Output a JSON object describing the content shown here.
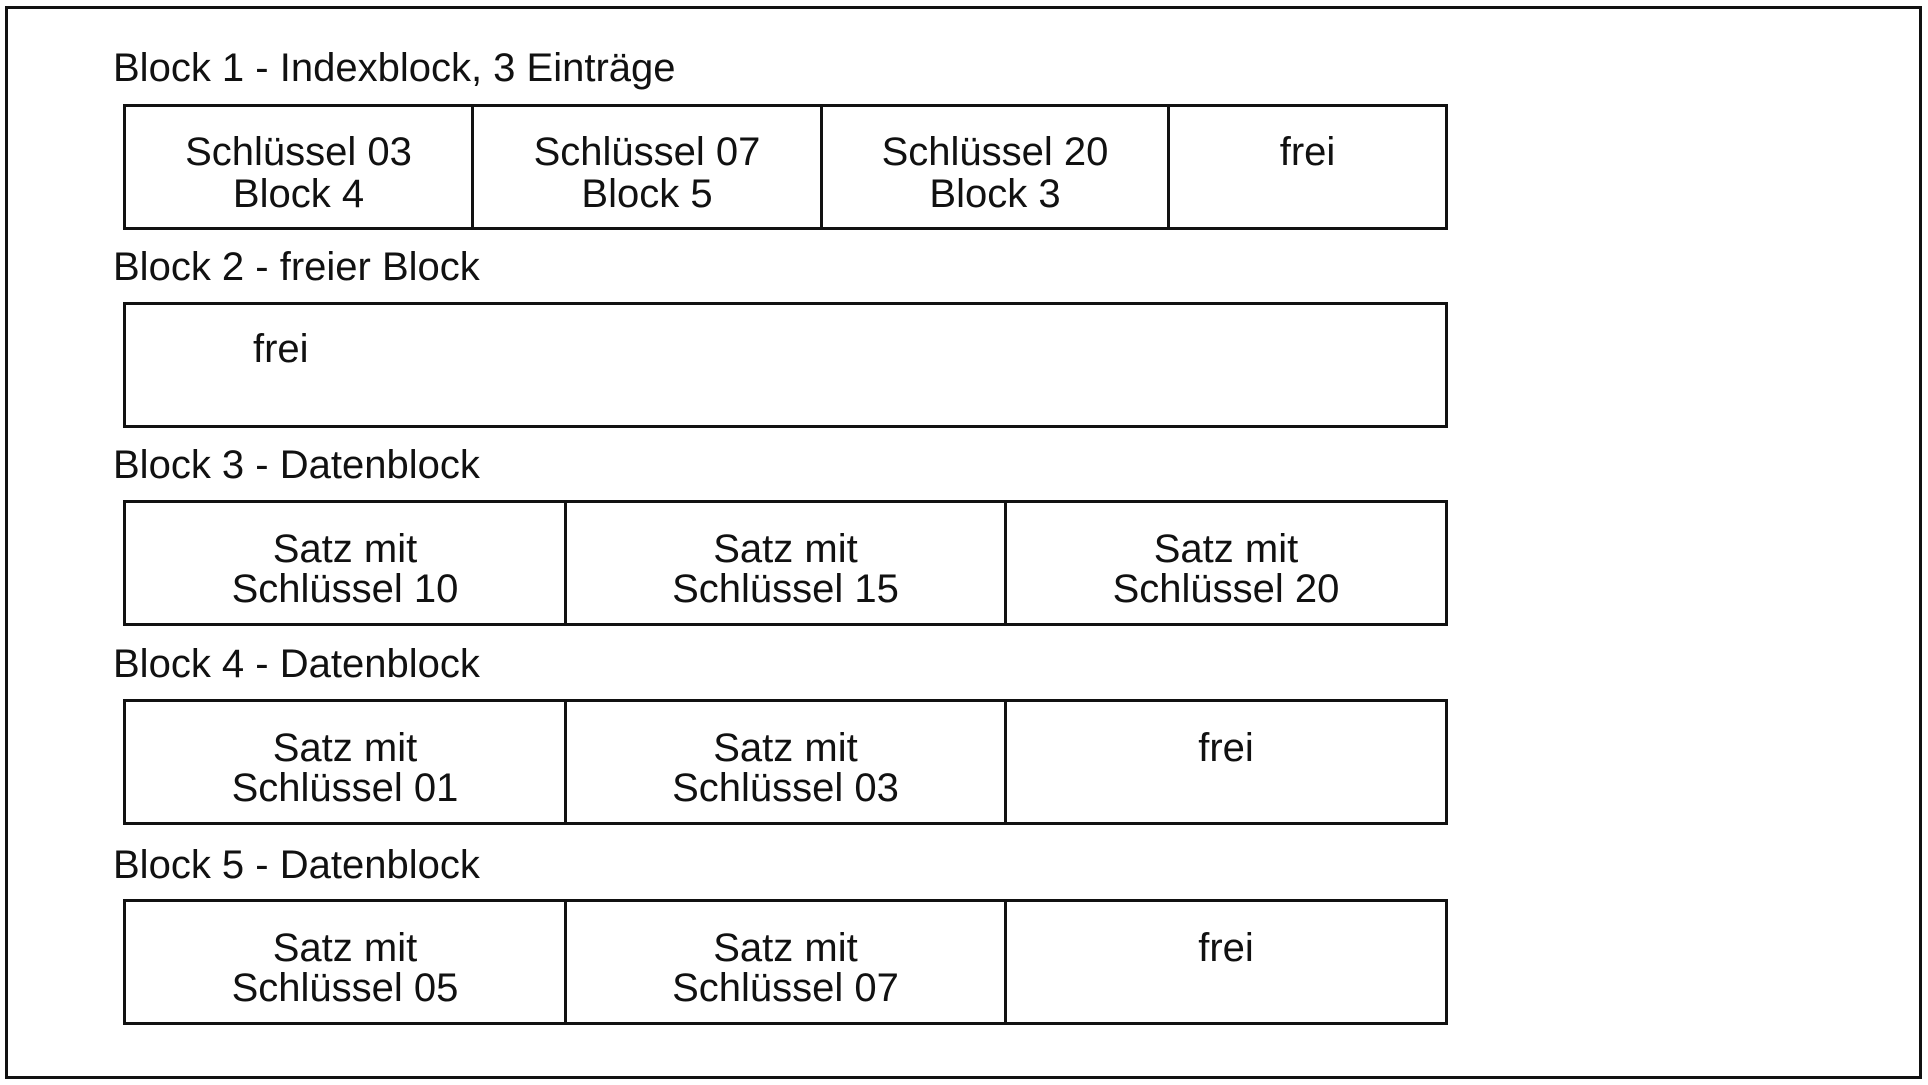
{
  "blocks": [
    {
      "title": "Block 1 - Indexblock, 3 Einträge",
      "cells": [
        {
          "line1": "Schlüssel 03",
          "line2": "Block 4"
        },
        {
          "line1": "Schlüssel 07",
          "line2": "Block 5"
        },
        {
          "line1": "Schlüssel 20",
          "line2": "Block 3"
        },
        {
          "line1": "frei",
          "line2": ""
        }
      ]
    },
    {
      "title": "Block 2 - freier Block",
      "cells": [
        {
          "line1": "frei",
          "line2": ""
        }
      ]
    },
    {
      "title": "Block 3 - Datenblock",
      "cells": [
        {
          "line1": "Satz mit",
          "line2": "Schlüssel 10"
        },
        {
          "line1": "Satz mit",
          "line2": "Schlüssel 15"
        },
        {
          "line1": "Satz mit",
          "line2": "Schlüssel 20"
        }
      ]
    },
    {
      "title": "Block 4 - Datenblock",
      "cells": [
        {
          "line1": "Satz mit",
          "line2": "Schlüssel 01"
        },
        {
          "line1": "Satz mit",
          "line2": "Schlüssel 03"
        },
        {
          "line1": "frei",
          "line2": ""
        }
      ]
    },
    {
      "title": "Block 5 - Datenblock",
      "cells": [
        {
          "line1": "Satz mit",
          "line2": "Schlüssel 05"
        },
        {
          "line1": "Satz mit",
          "line2": "Schlüssel 07"
        },
        {
          "line1": "frei",
          "line2": ""
        }
      ]
    }
  ]
}
